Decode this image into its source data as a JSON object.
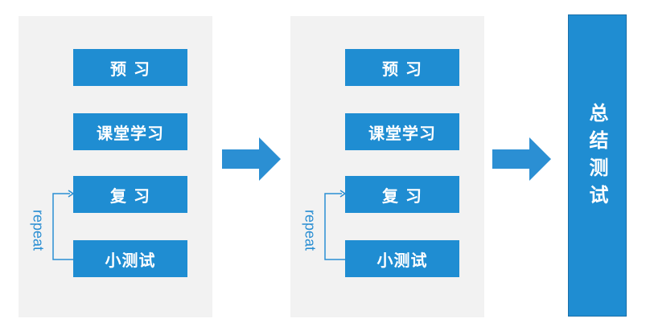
{
  "panels": [
    {
      "steps": [
        "预 习",
        "课堂学习",
        "复 习",
        "小测试"
      ],
      "repeat_label": "repeat"
    },
    {
      "steps": [
        "预 习",
        "课堂学习",
        "复 习",
        "小测试"
      ],
      "repeat_label": "repeat"
    }
  ],
  "final": {
    "label": "总结测试"
  },
  "colors": {
    "box": "#1f8dd2",
    "panel": "#f2f2f2",
    "arrow": "#2b8fd3",
    "text": "#ffffff"
  },
  "icons": {
    "flow_arrow": "right-arrow-icon",
    "loop_arrow": "loop-arrow-icon"
  }
}
